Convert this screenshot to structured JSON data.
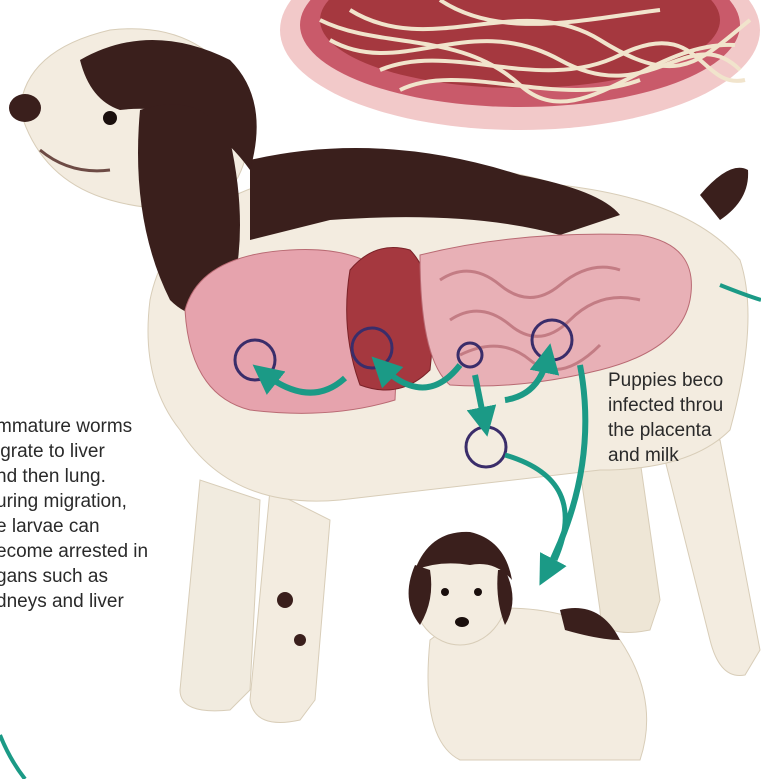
{
  "captions": {
    "migration": [
      "mmature worms",
      "igrate to liver",
      "nd then lung.",
      "uring migration,",
      "e larvae can",
      "ecome arrested in",
      "gans such as",
      "dneys and liver"
    ],
    "transmission": [
      "Puppies beco",
      "infected throu",
      "the placenta",
      "and milk"
    ]
  },
  "colors": {
    "arrow": "#1b9a86",
    "ring": "#3a2d6a",
    "dog_dark": "#3a1f1c",
    "dog_light": "#f3ece0",
    "liver": "#e6a3ad",
    "intestine_bg": "#c9878d",
    "worm": "#f1e4cc",
    "gut_ring": "#c95a6a"
  }
}
